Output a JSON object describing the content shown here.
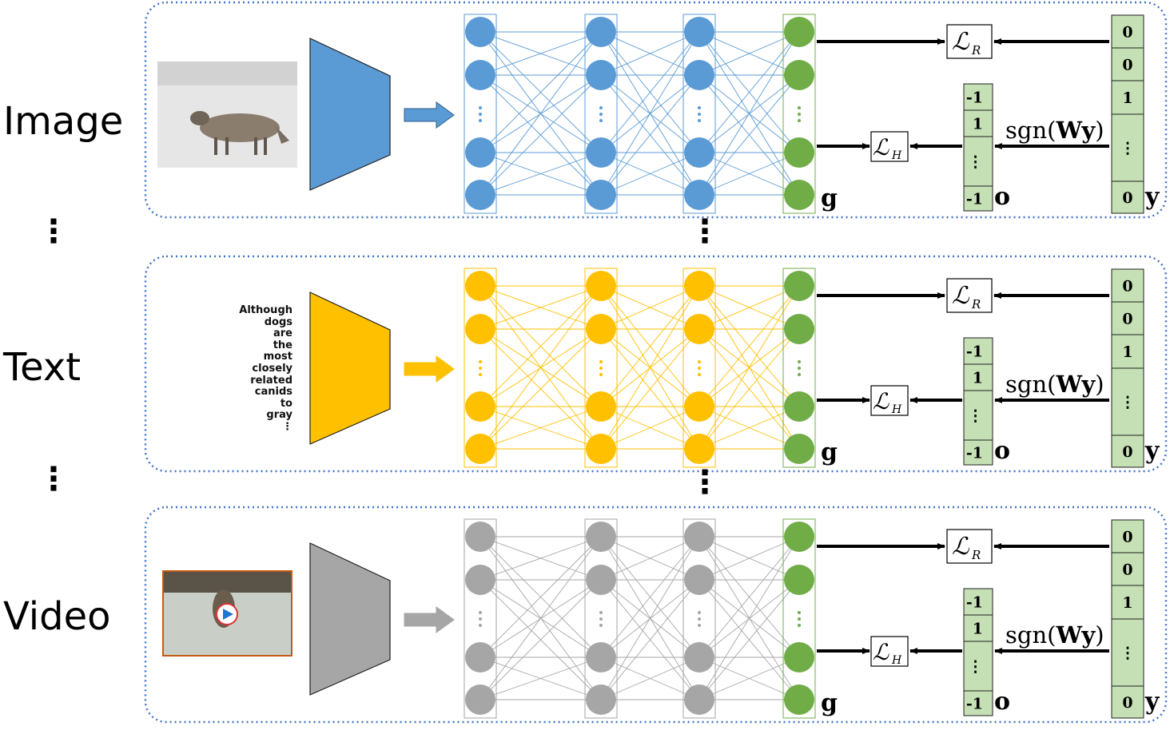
{
  "modalities": [
    {
      "label": "Image",
      "color": "#5b9bd5",
      "input_type": "photo"
    },
    {
      "label": "Text",
      "color": "#ffc000",
      "input_type": "text",
      "text_lines": [
        "Although",
        "dogs",
        "are",
        "the",
        "most",
        "closely",
        "related",
        "canids",
        "to",
        "gray",
        "⋮"
      ]
    },
    {
      "label": "Video",
      "color": "#a6a6a6",
      "input_type": "video"
    }
  ],
  "output_layer_color": "#70ad47",
  "output_label": "g",
  "hash_vector": {
    "label": "o",
    "values": [
      "-1",
      "1",
      "⋮",
      "-1"
    ]
  },
  "label_vector": {
    "label": "y",
    "values": [
      "0",
      "0",
      "1",
      "⋮",
      "0"
    ]
  },
  "loss_r": {
    "base": "ℒ",
    "sub": "R"
  },
  "loss_h": {
    "base": "ℒ",
    "sub": "H"
  },
  "sgn": {
    "prefix": "sgn(",
    "bold": "Wy",
    "suffix": ")"
  },
  "ellipsis": "⋮"
}
